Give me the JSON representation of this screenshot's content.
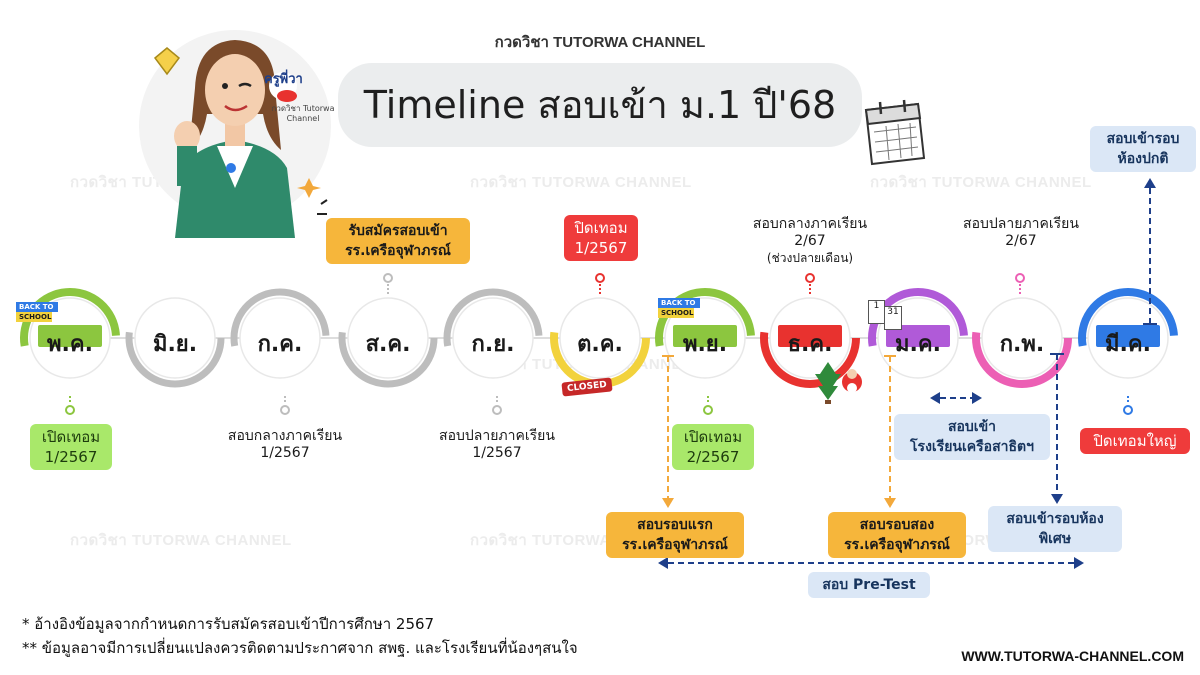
{
  "header": {
    "channel": "กวดวิชา TUTORWA CHANNEL",
    "title": "Timeline สอบเข้า ม.1 ปี'68",
    "mascot_tag": "ครูพี่วา",
    "mascot_sub": "กวดวิชา Tutorwa Channel"
  },
  "watermark": "กวดวิชา TUTORWA CHANNEL",
  "months": [
    "พ.ค.",
    "มิ.ย.",
    "ก.ค.",
    "ส.ค.",
    "ก.ย.",
    "ต.ค.",
    "พ.ย.",
    "ธ.ค.",
    "ม.ค.",
    "ก.พ.",
    "มี.ค."
  ],
  "stickers": {
    "back_to": "BACK TO",
    "school": "SCHOOL",
    "closed": "CLOSED",
    "cal_1": "1",
    "cal_31": "31"
  },
  "events": {
    "may_open": [
      "เปิดเทอม",
      "1/2567"
    ],
    "jul_midterm": [
      "สอบกลางภาคเรียน",
      "1/2567"
    ],
    "aug_register": [
      "รับสมัครสอบเข้า",
      "รร.เครือจุฬาภรณ์"
    ],
    "sep_final": [
      "สอบปลายภาคเรียน",
      "1/2567"
    ],
    "oct_close": [
      "ปิดเทอม",
      "1/2567"
    ],
    "nov_open": [
      "เปิดเทอม",
      "2/2567"
    ],
    "nov_round1": [
      "สอบรอบแรก",
      "รร.เครือจุฬาภรณ์"
    ],
    "dec_midterm": [
      "สอบกลางภาคเรียน",
      "2/67",
      "(ช่วงปลายเดือน)"
    ],
    "jan_round2": [
      "สอบรอบสอง",
      "รร.เครือจุฬาภรณ์"
    ],
    "jan_feb_satit": [
      "สอบเข้า",
      "โรงเรียนเครือสาธิตฯ"
    ],
    "feb_final": [
      "สอบปลายภาคเรียน",
      "2/67"
    ],
    "feb_special": [
      "สอบเข้ารอบห้อง",
      "พิเศษ"
    ],
    "mar_normal": [
      "สอบเข้ารอบ",
      "ห้องปกติ"
    ],
    "mar_close": [
      "ปิดเทอมใหญ่"
    ],
    "pretest": "สอบ Pre-Test"
  },
  "footnotes": [
    "* อ้างอิงข้อมูลจากกำหนดการรับสมัครสอบเข้าปีการศึกษา 2567",
    "** ข้อมูลอาจมีการเปลี่ยนแปลงควรติดตามประกาศจาก สพฐ. และโรงเรียนที่น้องๆสนใจ"
  ],
  "website": "WWW.TUTORWA-CHANNEL.COM",
  "colors": {
    "green": "#8cc63f",
    "gray": "#bdbdbd",
    "yellow": "#f2d23c",
    "red": "#e8322f",
    "purple": "#b05ad8",
    "pink": "#ec5fb4",
    "blue": "#2f7ae5",
    "navy": "#1e3f8a",
    "orange": "#f3a93b"
  }
}
